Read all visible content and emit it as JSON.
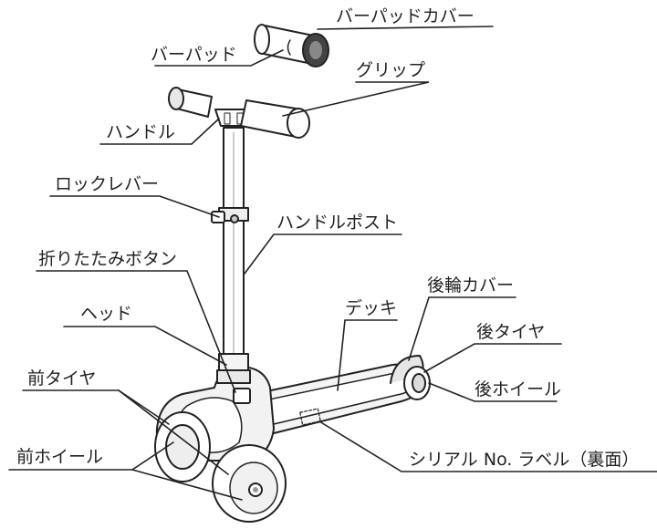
{
  "labels": {
    "bar_pad_cover": "バーパッドカバー",
    "bar_pad": "バーパッド",
    "grip": "グリップ",
    "handle": "ハンドル",
    "lock_lever": "ロックレバー",
    "handle_post": "ハンドルポスト",
    "fold_button": "折りたたみボタン",
    "rear_wheel_cover": "後輪カバー",
    "head": "ヘッド",
    "deck": "デッキ",
    "rear_tire": "後タイヤ",
    "front_tire": "前タイヤ",
    "rear_wheel": "後ホイール",
    "front_wheel": "前ホイール",
    "serial_label": "シリアル No. ラベル（裏面）"
  },
  "colors": {
    "ink": "#222222",
    "light_fill": "#f2f2f2",
    "mid_fill": "#bdbdbd",
    "dark_fill": "#555555"
  }
}
